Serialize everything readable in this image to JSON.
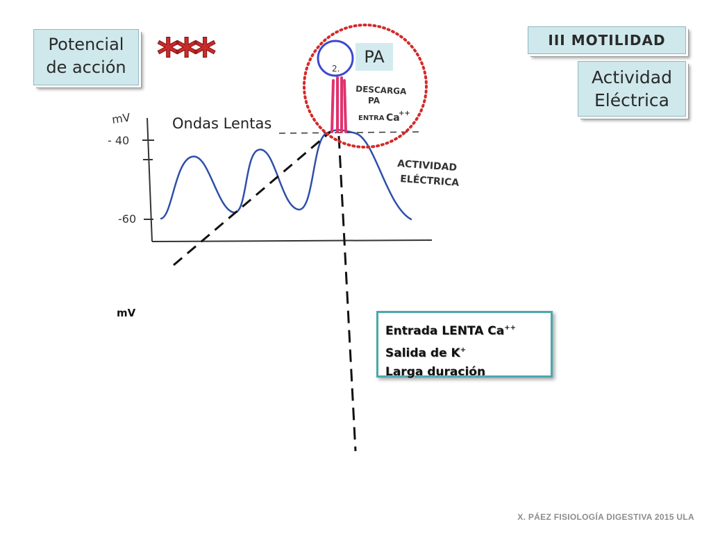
{
  "boxes": {
    "potencial_line1": "Potencial",
    "potencial_line2": "de acción",
    "motilidad": "III MOTILIDAD",
    "actividad_line1": "Actividad",
    "actividad_line2": "Eléctrica",
    "pa": "PA"
  },
  "stars": "***",
  "labels": {
    "ondas_lentas": "Ondas Lentas",
    "mv_bottom": "mV"
  },
  "handwriting": {
    "axis_unit": "mV",
    "tick_upper": "- 40",
    "tick_lower": "-60",
    "number_2": "2.",
    "descarga": "DESCARGA",
    "pa": "PA",
    "entra": "ENTRA",
    "ca": "Ca",
    "plus": "++",
    "actividad": "ACTIVIDAD",
    "electrica": "ELÉCTRICA"
  },
  "entrada_box": {
    "line1": "Entrada LENTA Ca",
    "line1_sup": "++",
    "line2": "Salida de K",
    "line2_sup": "+",
    "line3": "Larga duración"
  },
  "footer": "X. PÁEZ   FISIOLOGÍA DIGESTIVA 2015   ULA",
  "colors": {
    "box_fill": "#cfe8ec",
    "wave": "#2e4fa8",
    "spike": "#e0336e",
    "circle_dotted": "#d42a2a",
    "circle_blue": "#3a47d0",
    "entrada_border": "#4aa8ad",
    "stars": "#cc2a2a"
  }
}
